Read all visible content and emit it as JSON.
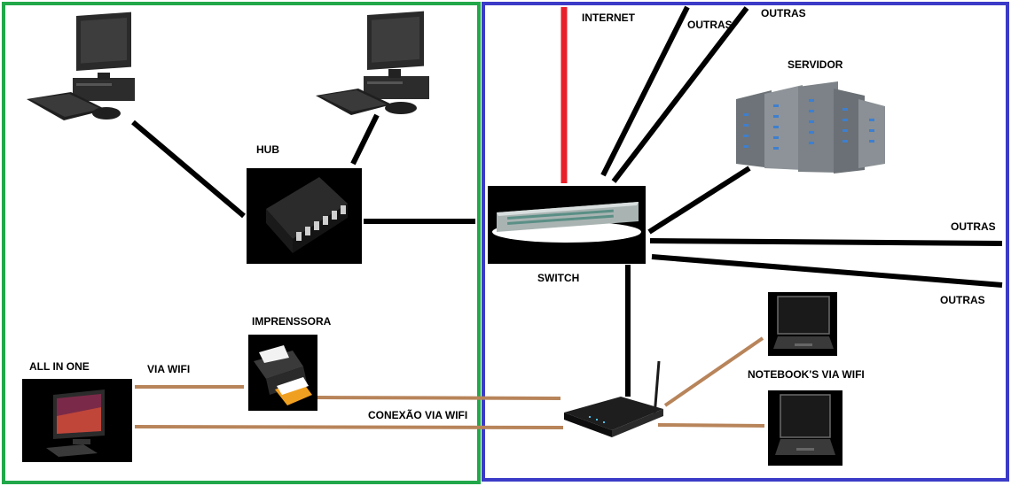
{
  "zones": {
    "left_color": "#22a84a",
    "right_color": "#3b3bc8"
  },
  "labels": {
    "internet": "INTERNET",
    "outras_top_1": "OUTRAS",
    "outras_top_2": "OUTRAS",
    "servidor": "SERVIDOR",
    "hub": "HUB",
    "switch": "SWITCH",
    "outras_right_1": "OUTRAS",
    "outras_right_2": "OUTRAS",
    "impressora": "IMPRENSSORA",
    "all_in_one": "ALL IN ONE",
    "via_wifi": "VIA WIFI",
    "conexao_via_wifi": "CONEXÃO VIA WIFI",
    "notebooks_via_wifi": "NOTEBOOK'S VIA WIFI"
  },
  "devices": {
    "desktop_1": "desktop-pc-icon",
    "desktop_2": "desktop-pc-icon",
    "hub": "usb-hub-icon",
    "switch": "network-switch-icon",
    "server": "server-rack-icon",
    "printer": "printer-icon",
    "all_in_one": "all-in-one-pc-icon",
    "router": "wifi-router-icon",
    "notebook_1": "laptop-icon",
    "notebook_2": "laptop-icon"
  },
  "link_colors": {
    "wired": "#000000",
    "internet": "#e8202a",
    "wifi": "#b8845a"
  }
}
